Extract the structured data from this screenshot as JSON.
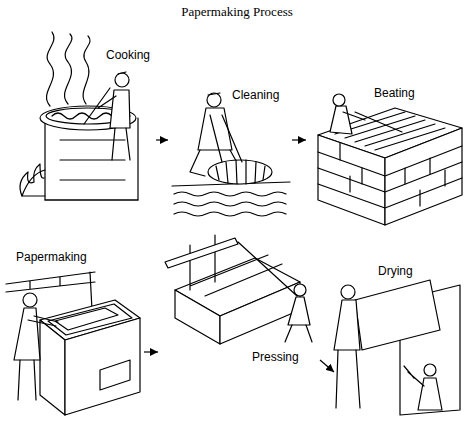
{
  "diagram": {
    "title": "Papermaking Process",
    "nodes": [
      {
        "text": [
          "Cooking"
        ]
      },
      {
        "text": [
          "Cleaning"
        ]
      },
      {
        "text": [
          "Beating"
        ]
      },
      {
        "text": [
          "Papermaking"
        ]
      },
      {
        "text": [
          "Pressing"
        ]
      },
      {
        "text": [
          "Drying"
        ]
      }
    ],
    "edges": [
      {
        "from": 0,
        "to": 1,
        "arrow": "to"
      },
      {
        "from": 1,
        "to": 2,
        "arrow": "to"
      },
      {
        "from": 3,
        "to": 4,
        "arrow": "to"
      },
      {
        "from": 4,
        "to": 5,
        "arrow": "to"
      }
    ]
  }
}
